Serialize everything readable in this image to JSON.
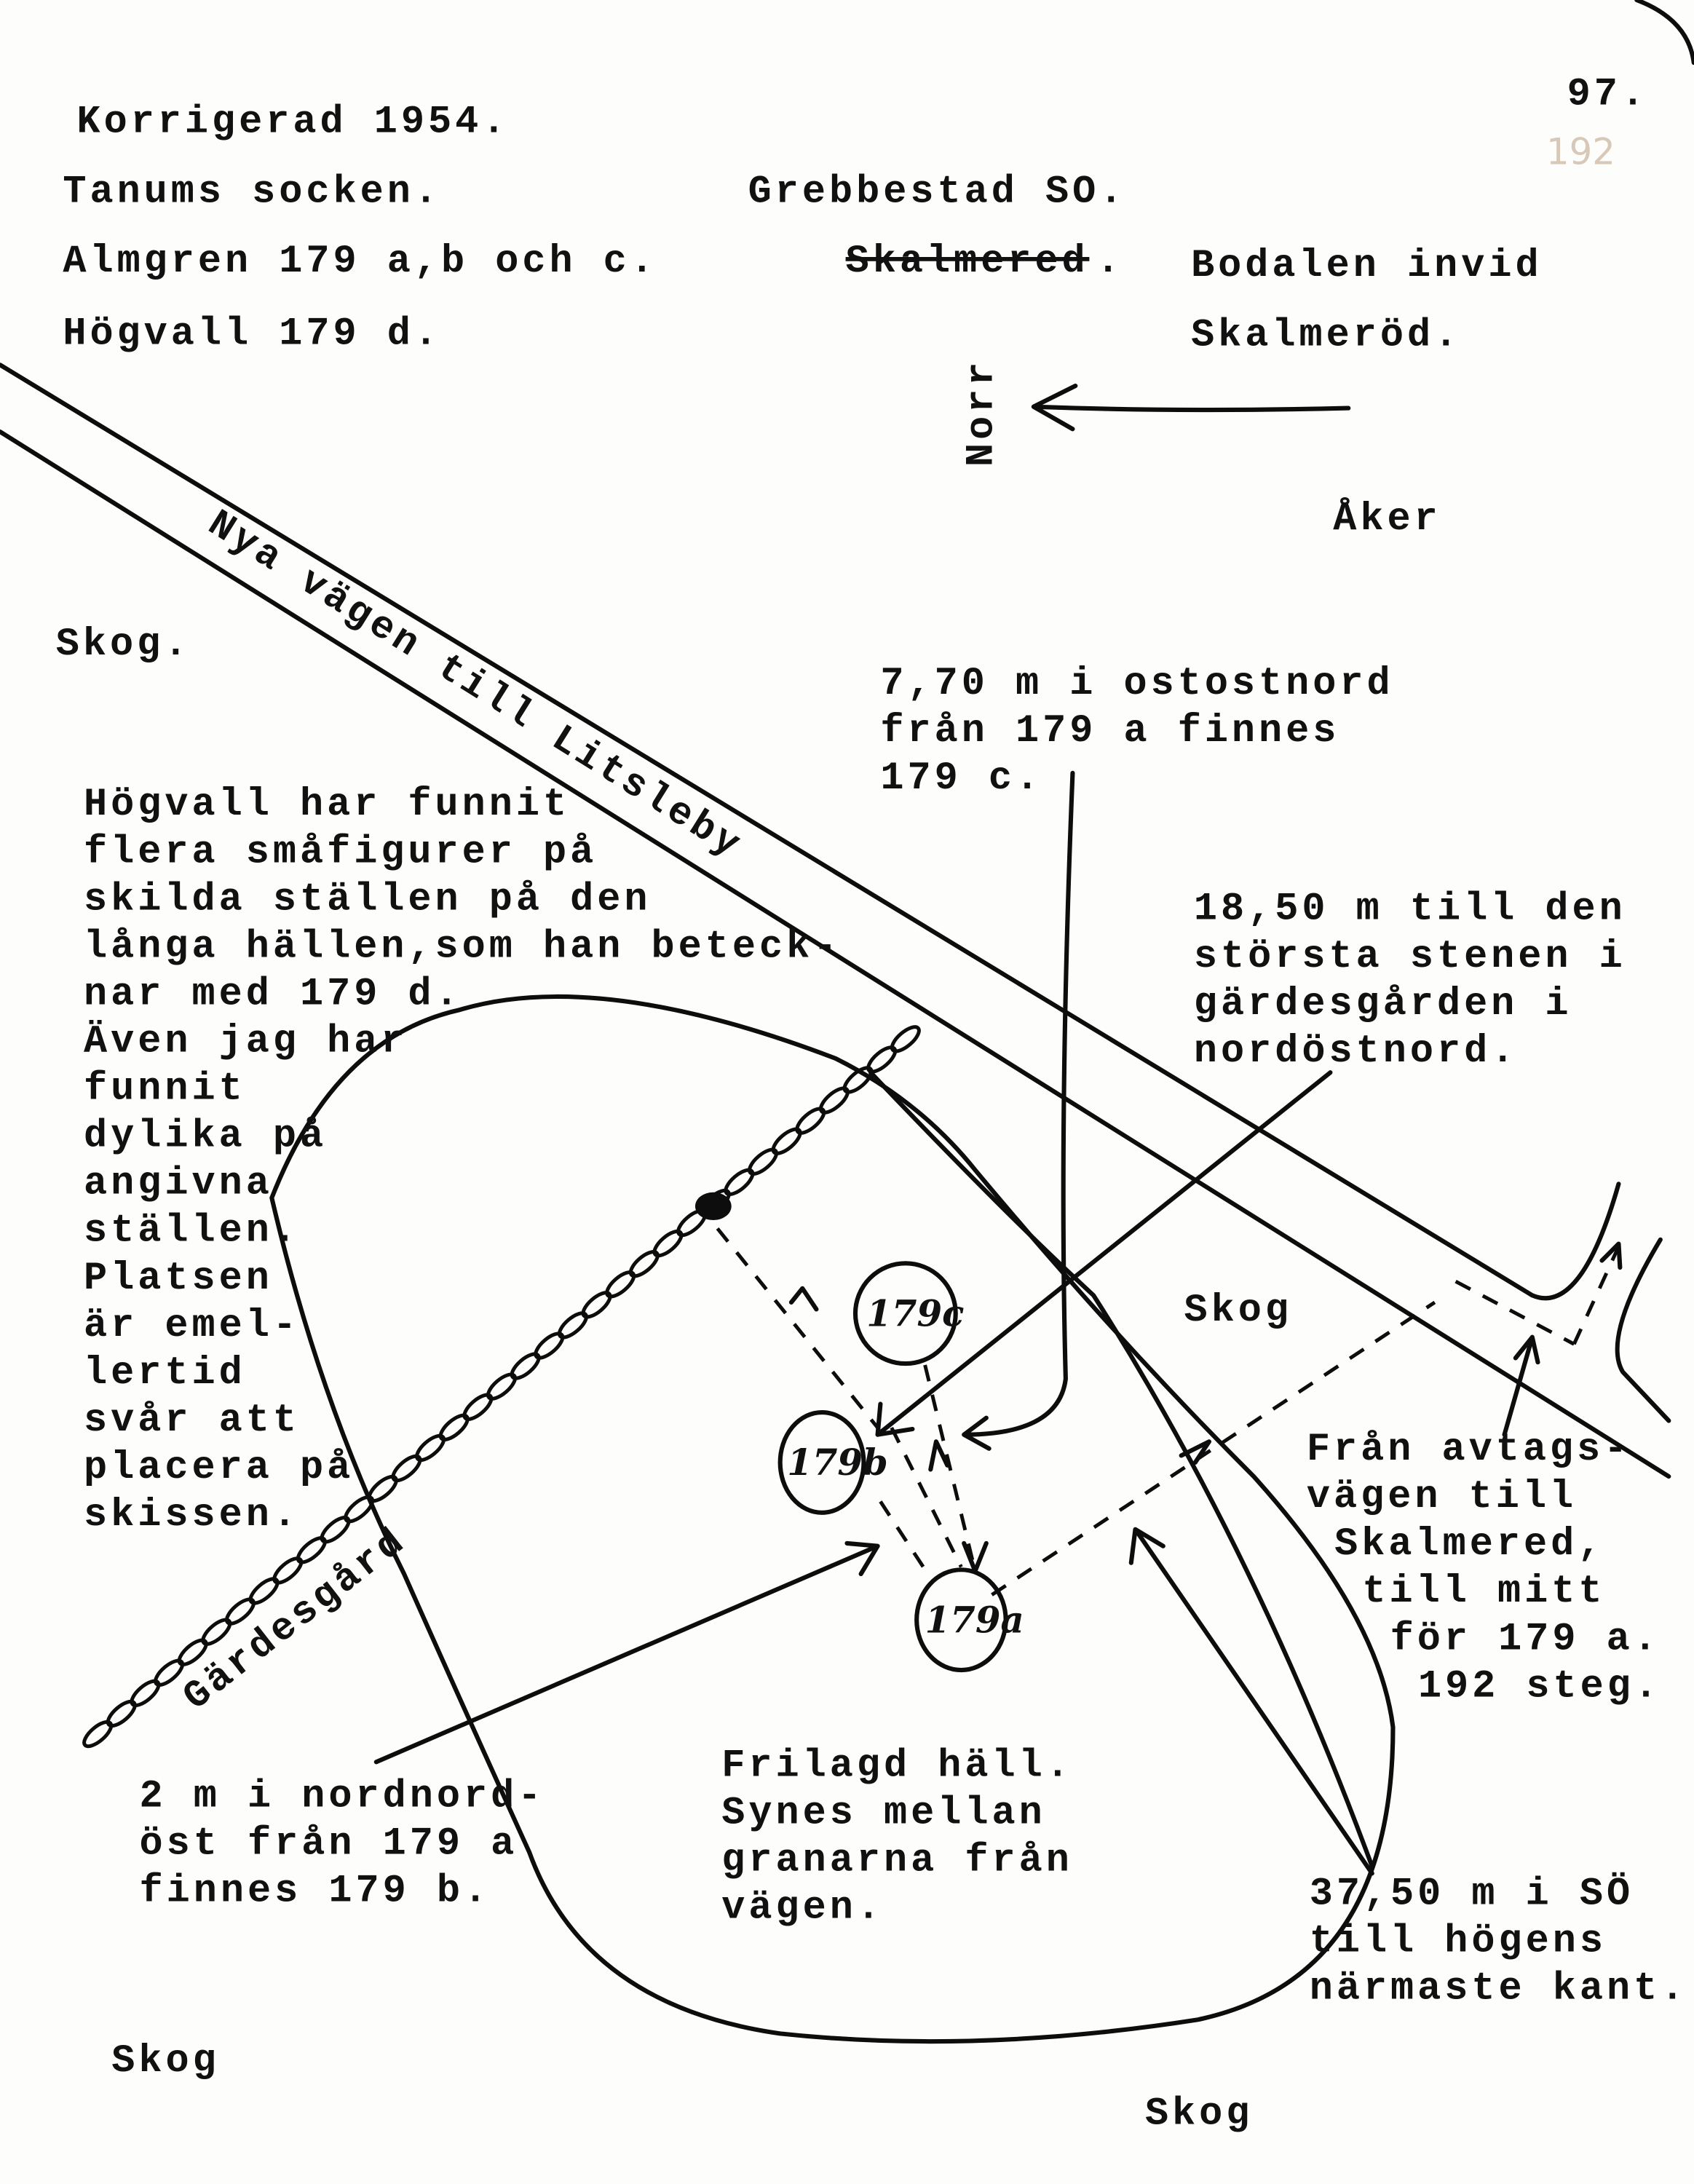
{
  "header": {
    "corrected": "Korrigerad 1954.",
    "page_number": "97.",
    "pencil_note": "192",
    "parish": "Tanums socken.",
    "map_sheet": "Grebbestad SO.",
    "almgren": "Almgren  179 a,b och c.",
    "struck_place": "Skalmered",
    "struck_period": ".",
    "hogvall": "Högvall  179 d.",
    "locality_1": "Bodalen invid",
    "locality_2": "Skalmeröd."
  },
  "map": {
    "north_label": "Norr",
    "field_label": "Åker",
    "forest_labels": [
      "Skog.",
      "Skog",
      "Skog",
      "Skog"
    ],
    "road_label": "Nya vägen till Litsleby",
    "fence_label": "Gärdesgård",
    "sites": [
      "179c",
      "179b",
      "179a"
    ],
    "note_770": [
      "7,70 m i ostostnord",
      "från 179 a finnes",
      "179 c."
    ],
    "note_1850": [
      "18,50 m till den",
      "största stenen i",
      "gärdesgården i",
      "nordöstnord."
    ],
    "note_hogvall": [
      "Högvall har funnit",
      "flera småfigurer på",
      "skilda ställen på den",
      "långa hällen,som han beteck-",
      "nar med 179 d.",
      "Även jag har",
      "funnit",
      "dylika på",
      "angivna",
      "ställen.",
      "Platsen",
      "är emel-",
      "lertid",
      "svår att",
      "placera på",
      "skissen."
    ],
    "note_fran": [
      "Från avtags-",
      "vägen till",
      "Skalmered,",
      "till mitt",
      "för 179 a.",
      "192 steg."
    ],
    "note_2m": [
      "2 m i nordnord-",
      "öst från 179 a",
      "finnes 179 b."
    ],
    "note_frilagd": [
      "Frilagd häll.",
      "Synes mellan",
      "granarna från",
      "vägen."
    ],
    "note_3750": [
      "37,50 m i SÖ",
      "till högens",
      "närmaste kant."
    ]
  }
}
